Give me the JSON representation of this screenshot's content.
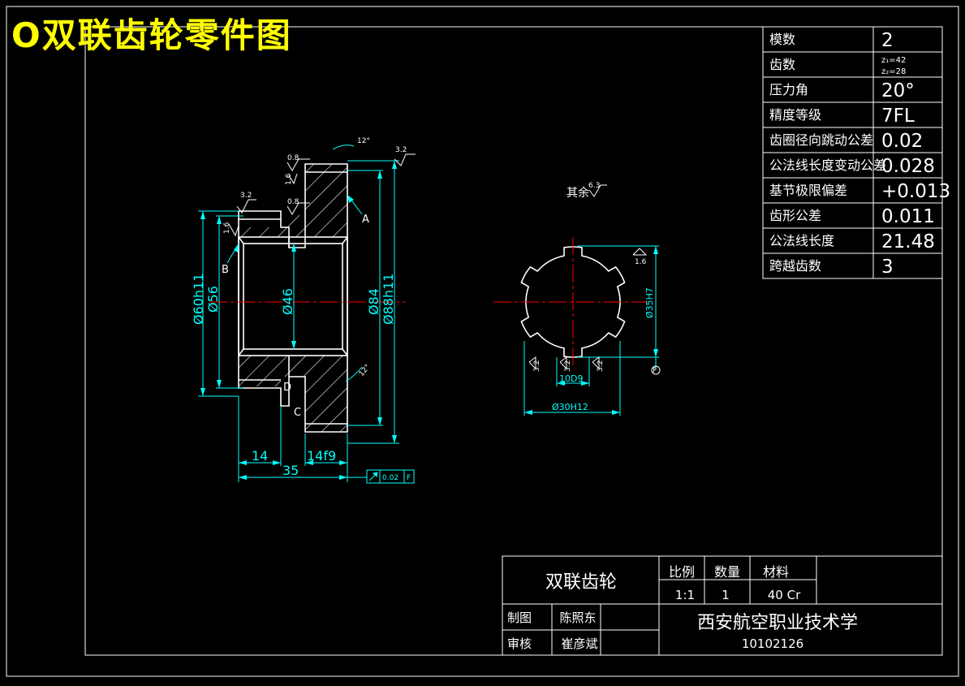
{
  "heading": "O双联齿轮零件图",
  "spec_table": [
    {
      "label": "模数",
      "value": "2"
    },
    {
      "label": "齿数",
      "value": "z₁=42",
      "value2": "z₂=28"
    },
    {
      "label": "压力角",
      "value": "20°"
    },
    {
      "label": "精度等级",
      "value": "7FL"
    },
    {
      "label": "齿圈径向跳动公差",
      "value": "0.02"
    },
    {
      "label": "公法线长度变动公差",
      "value": "0.028"
    },
    {
      "label": "基节极限偏差",
      "value": "+0.013"
    },
    {
      "label": "齿形公差",
      "value": "0.011"
    },
    {
      "label": "公法线长度",
      "value": "21.48"
    },
    {
      "label": "跨越齿数",
      "value": "3"
    }
  ],
  "title_block": {
    "part_name": "双联齿轮",
    "scale_label": "比例",
    "qty_label": "数量",
    "material_label": "材料",
    "scale": "1:1",
    "qty": "1",
    "material": "40 Cr",
    "drawn_label": "制图",
    "drawn_by": "陈照东",
    "check_label": "审核",
    "checked_by": "崔彦斌",
    "school": "西安航空职业技术学",
    "drawing_no": "10102126"
  },
  "section_view": {
    "dims": {
      "d60": "Ø60h11",
      "d56": "Ø56",
      "d46": "Ø46",
      "d84": "Ø84",
      "d88": "Ø88h11",
      "w14": "14",
      "w14f9": "14f9",
      "w35": "35"
    },
    "rough": {
      "r32a": "3.2",
      "r08a": "0.8",
      "r16a": "1.6",
      "r08b": "0.8",
      "r32b": "3.2",
      "r16b": "1.6"
    },
    "refs": {
      "A": "A",
      "B": "B",
      "C": "C",
      "D": "D"
    },
    "chamfer1": "12°",
    "chamfer2": "12°",
    "runout_value": "0.02",
    "runout_datum": "F"
  },
  "spline_view": {
    "rest_label": "其余",
    "rest_rough": "6.3",
    "dims": {
      "d35": "Ø35H7",
      "w10": "10D9",
      "d30": "Ø30H12"
    },
    "rough": {
      "r16": "1.6",
      "r32a": "3.2",
      "r32b": "3.2",
      "r32c": "3.2"
    },
    "datum": "F"
  },
  "colors": {
    "background": "#000000",
    "outline": "#ffffff",
    "dimension": "#00ffff",
    "centerline": "#ff0000",
    "heading": "#ffff00"
  }
}
